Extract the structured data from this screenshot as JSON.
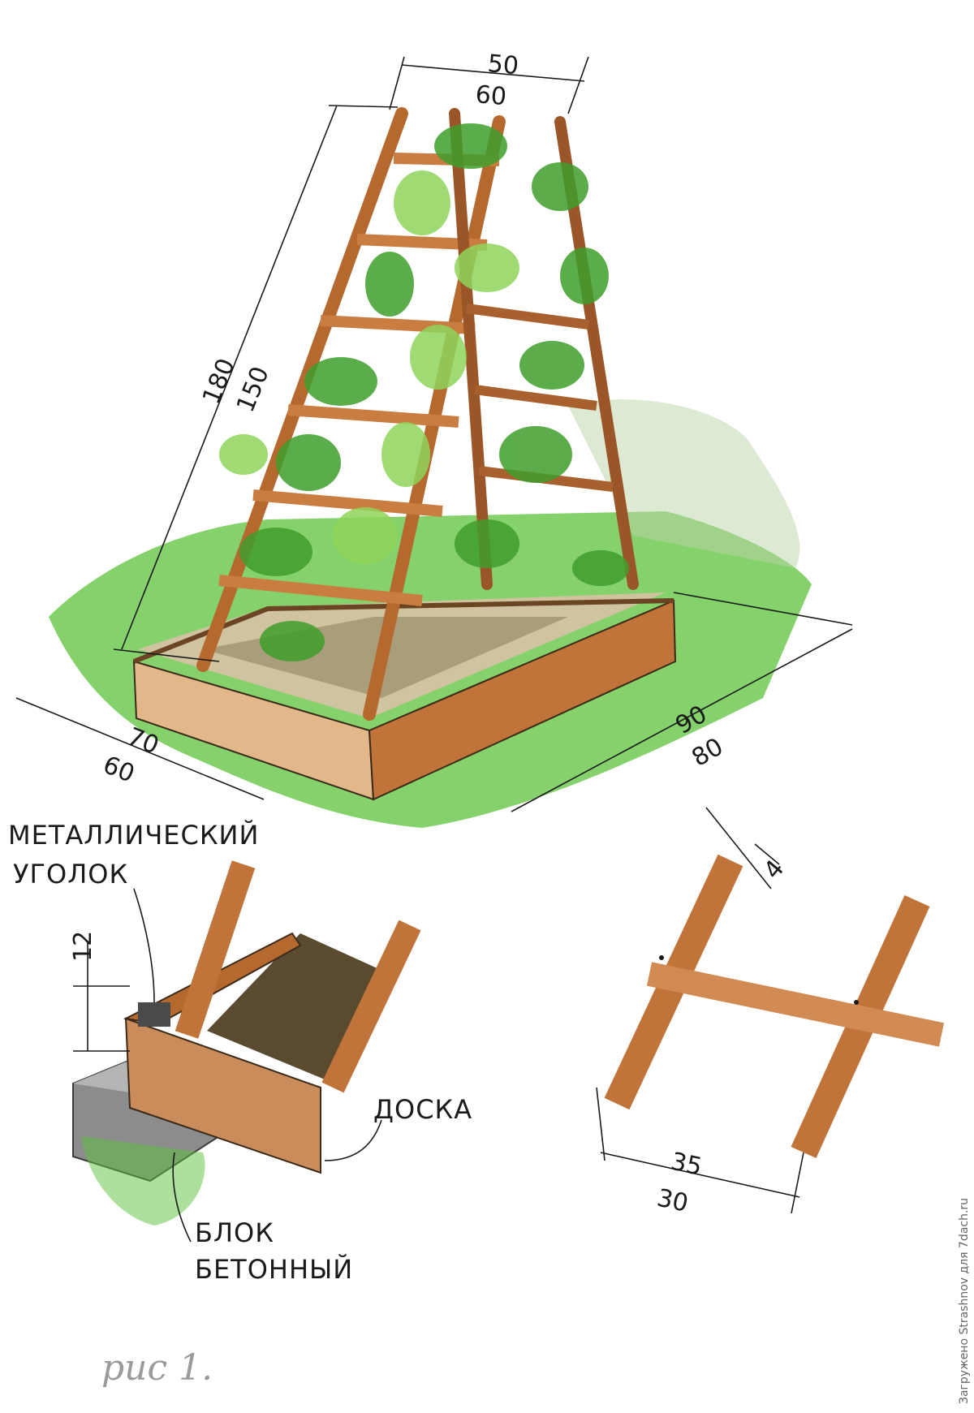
{
  "colors": {
    "wood": "#c0743a",
    "wood_dark": "#8a4a22",
    "wood_light": "#e2a66a",
    "leaf": "#3f9e2c",
    "leaf_light": "#8fd45a",
    "grass": "#5cc23a",
    "soil": "#5a4a30",
    "concrete": "#8c8c8c",
    "ink": "#1a1a1a"
  },
  "dimensions": {
    "top_width": [
      "50",
      "60"
    ],
    "height": [
      "180",
      "150"
    ],
    "base_width": [
      "70",
      "60"
    ],
    "base_length": [
      "90",
      "80"
    ],
    "board_height": "12",
    "slat_thickness": "4",
    "rung_spacing": [
      "35",
      "30"
    ]
  },
  "labels": {
    "metal_corner": [
      "МЕТАЛЛИЧЕСКИЙ",
      "УГОЛОК"
    ],
    "board": "ДОСКА",
    "concrete_block": [
      "БЛОК",
      "БЕТОННЫЙ"
    ]
  },
  "caption": "рис 1.",
  "credit": "Загружено Strashnov для 7dach.ru"
}
